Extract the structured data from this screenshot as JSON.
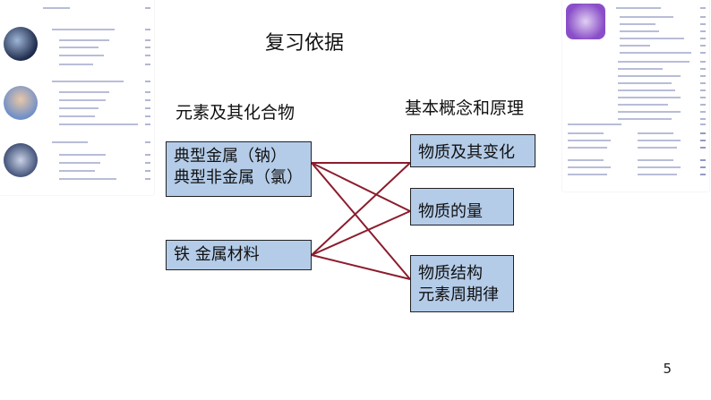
{
  "slide": {
    "title": "复习依据",
    "page_number": "5"
  },
  "left_column": {
    "heading": "元素及其化合物",
    "boxes": [
      {
        "line1": "典型金属（钠）",
        "line2": "典型非金属（氯）"
      },
      {
        "line1": "铁  金属材料"
      }
    ]
  },
  "right_column": {
    "heading": "基本概念和原理",
    "boxes": [
      {
        "line1": "物质及其变化"
      },
      {
        "line1": "物质的量"
      },
      {
        "line1": "物质结构",
        "line2": "元素周期律"
      }
    ]
  },
  "colors": {
    "box_fill": "#b4cce8",
    "connector": "#8b1c2c"
  },
  "thumbnails": [
    {
      "name": "textbook-contents-page-left",
      "icon": "contents-thumbnail-icon"
    },
    {
      "name": "textbook-contents-page-right",
      "icon": "contents-thumbnail-icon"
    }
  ]
}
